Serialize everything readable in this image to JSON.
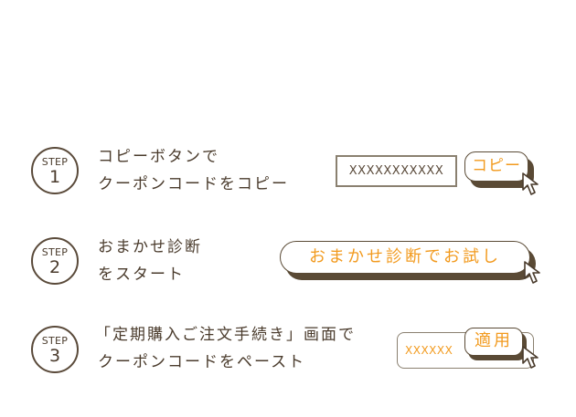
{
  "colors": {
    "text": "#4a3b2c",
    "accent": "#f29a1e",
    "shadow": "#5a4a35",
    "border": "#8a8070"
  },
  "steps": [
    {
      "label": "STEP",
      "number": "1",
      "lines": [
        "コピーボタンで",
        "クーポンコードをコピー"
      ],
      "input_value": "XXXXXXXXXXX",
      "button_label": "コピー",
      "cursor_icon": "pointer-cursor-icon"
    },
    {
      "label": "STEP",
      "number": "2",
      "lines": [
        "おまかせ診断",
        "をスタート"
      ],
      "button_label": "おまかせ診断でお試し",
      "cursor_icon": "pointer-cursor-icon"
    },
    {
      "label": "STEP",
      "number": "3",
      "lines": [
        "「定期購入ご注文手続き」画面で",
        "クーポンコードをペースト"
      ],
      "input_value": "XXXXXX",
      "button_label": "適用",
      "cursor_icon": "pointer-cursor-icon"
    }
  ]
}
